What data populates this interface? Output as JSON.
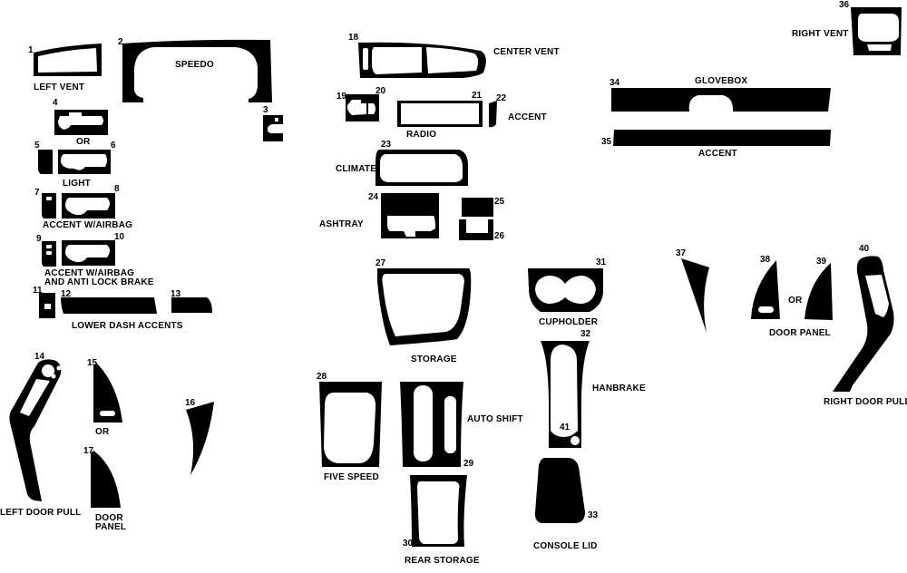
{
  "diagram": {
    "type": "dash-kit-parts-layout",
    "colors": {
      "part_fill": "#000000",
      "background": "#ffffff",
      "text": "#000000"
    },
    "part_numbers": [
      "1",
      "2",
      "3",
      "4",
      "5",
      "6",
      "7",
      "8",
      "9",
      "10",
      "11",
      "12",
      "13",
      "14",
      "15",
      "16",
      "17",
      "18",
      "19",
      "20",
      "21",
      "22",
      "23",
      "24",
      "25",
      "26",
      "27",
      "28",
      "29",
      "30",
      "31",
      "32",
      "33",
      "34",
      "35",
      "36",
      "37",
      "38",
      "39",
      "40",
      "41"
    ],
    "labels": {
      "left_vent": "LEFT VENT",
      "speedo": "SPEEDO",
      "or_1": "OR",
      "light": "LIGHT",
      "accent_airbag": "ACCENT W/AIRBAG",
      "accent_airbag_abs_1": "ACCENT W/AIRBAG",
      "accent_airbag_abs_2": "AND ANTI LOCK BRAKE",
      "lower_dash_accents": "LOWER DASH ACCENTS",
      "left_door_pull": "LEFT DOOR PULL",
      "or_2": "OR",
      "door_panel_left_1": "DOOR",
      "door_panel_left_2": "PANEL",
      "center_vent": "CENTER VENT",
      "radio": "RADIO",
      "accent_22": "ACCENT",
      "climate": "CLIMATE",
      "ashtray": "ASHTRAY",
      "storage": "STORAGE",
      "five_speed": "FIVE SPEED",
      "auto_shift": "AUTO SHIFT",
      "rear_storage": "REAR STORAGE",
      "cupholder": "CUPHOLDER",
      "hanbrake": "HANBRAKE",
      "console_lid": "CONSOLE LID",
      "glovebox": "GLOVEBOX",
      "accent_35": "ACCENT",
      "right_vent": "RIGHT VENT",
      "or_3": "OR",
      "door_panel_right": "DOOR PANEL",
      "right_door_pull": "RIGHT DOOR PULL"
    }
  }
}
